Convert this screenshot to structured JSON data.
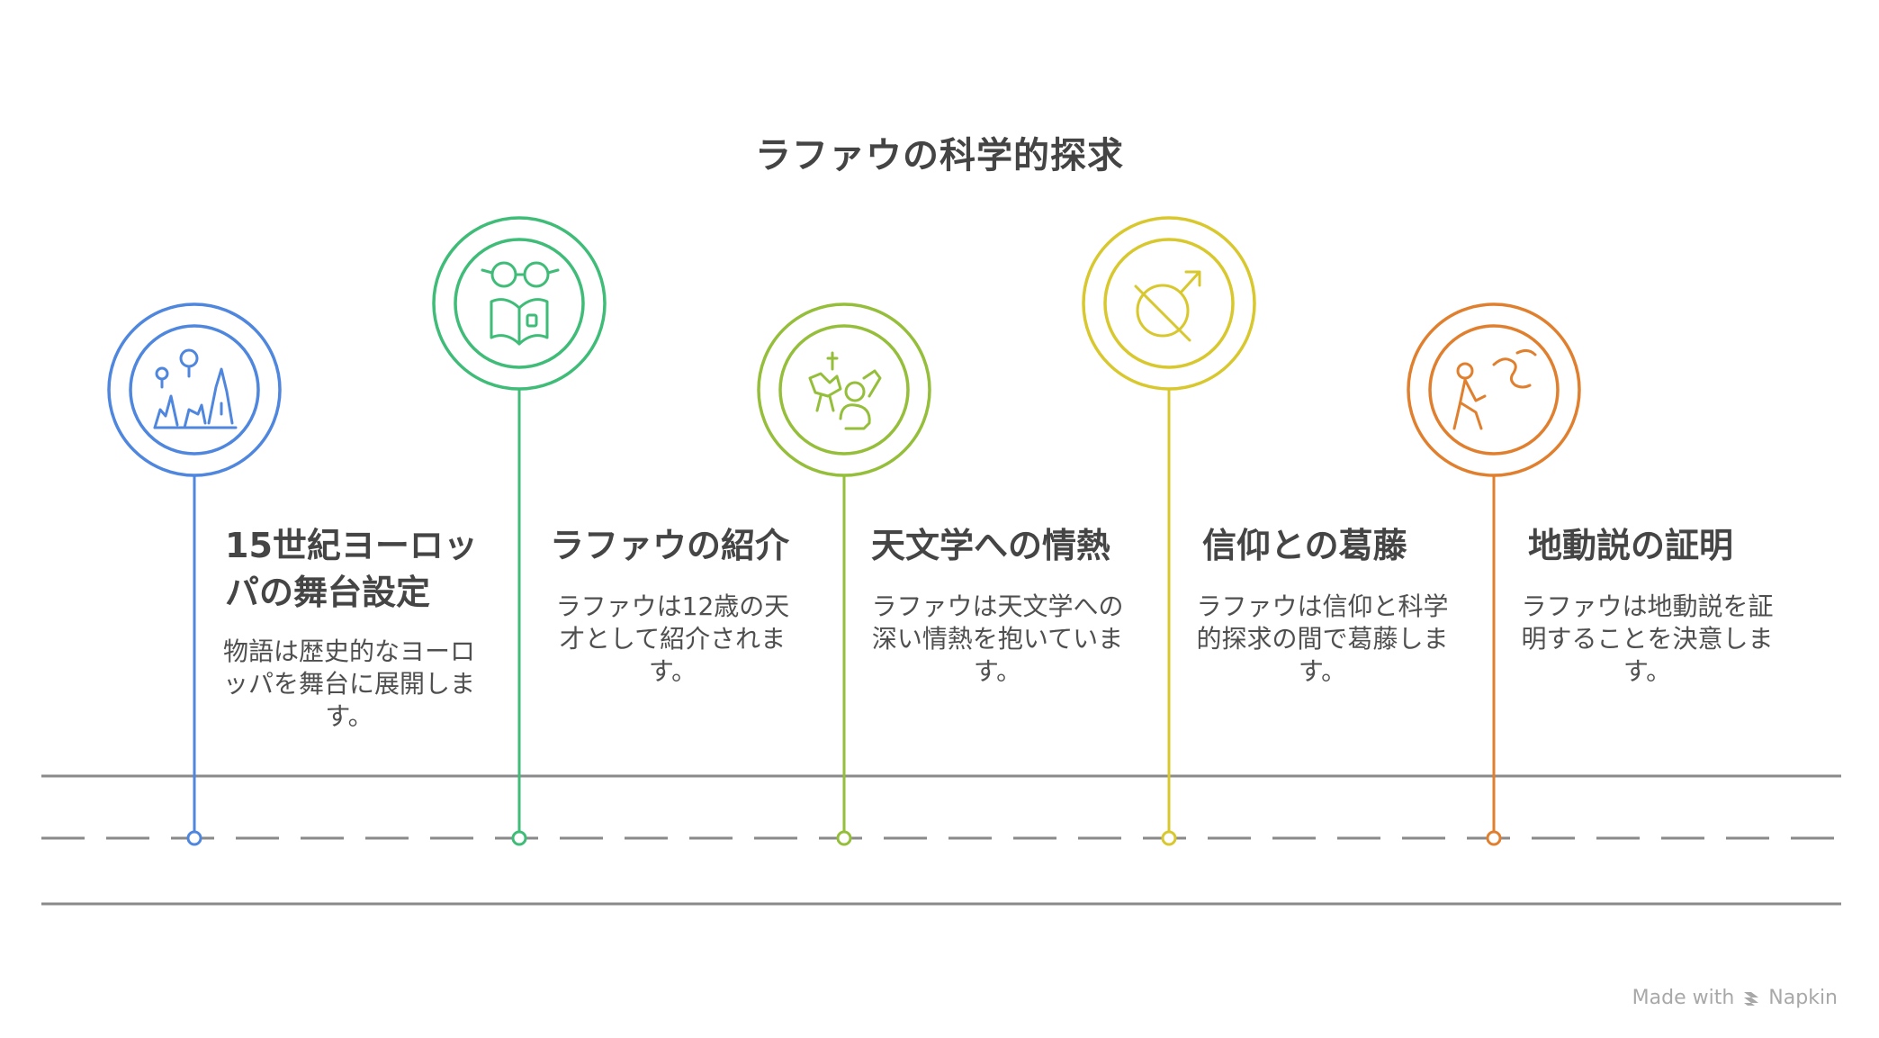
{
  "title": "ラファウの科学的探求",
  "steps": [
    {
      "title": "15世紀ヨーロッパの舞台設定",
      "description": "物語は歴史的なヨーロッパを舞台に展開します。",
      "color": "#4f86de",
      "icon": "fairy-tale-landscape-icon"
    },
    {
      "title": "ラファウの紹介",
      "description": "ラファウは12歳の天才として紹介されます。",
      "color": "#3fbc77",
      "icon": "reading-glasses-book-icon"
    },
    {
      "title": "天文学への情熱",
      "description": "ラファウは天文学への深い情熱を抱いています。",
      "color": "#95be3a",
      "icon": "stargazing-person-icon"
    },
    {
      "title": "信仰との葛藤",
      "description": "ラファウは信仰と科学的探求の間で葛藤します。",
      "color": "#d8c82e",
      "icon": "conflict-symbol-icon"
    },
    {
      "title": "地動説の証明",
      "description": "ラファウは地動説を証明することを決意します。",
      "color": "#e0802f",
      "icon": "determined-walker-icon"
    }
  ],
  "footer": {
    "made_with": "Made with",
    "brand": "Napkin",
    "brand_icon": "napkin-logo-icon"
  }
}
